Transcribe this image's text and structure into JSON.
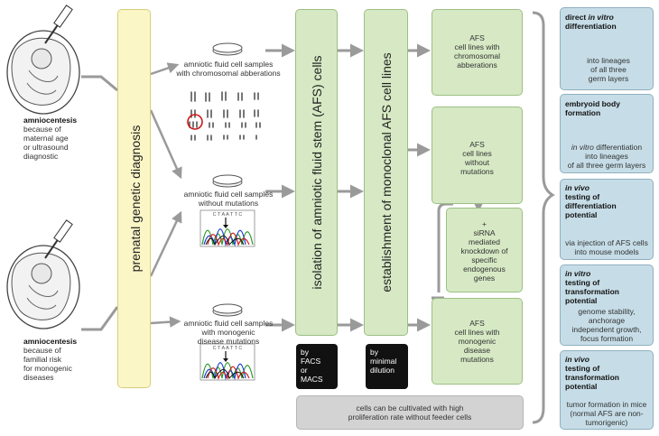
{
  "left": {
    "top_label": {
      "title": "amniocentesis",
      "lines": [
        "because of",
        "maternal age",
        "or ultrasound",
        "diagnostic"
      ]
    },
    "bottom_label": {
      "title": "amniocentesis",
      "lines": [
        "because of",
        "familial risk",
        "for monogenic",
        "diseases"
      ]
    }
  },
  "samples": {
    "s1": [
      "amniotic fluid cell  samples",
      "with chromosomal abberations"
    ],
    "s2": [
      "amniotic fluid cell  samples",
      "without mutations"
    ],
    "s3": [
      "amniotic fluid cell  samples",
      "with monogenic",
      "disease mutations"
    ],
    "seq_letters": "C T A A T T C"
  },
  "columns": {
    "prenatal": "prenatal genetic diagnosis",
    "isolation": "isolation of amniotic fluid stem (AFS) cells",
    "establishment": "establishment of monoclonal AFS cell lines"
  },
  "black_boxes": {
    "facs": [
      "by",
      "FACS",
      "or",
      "MACS"
    ],
    "dilution": [
      "by",
      "minimal",
      "dilution"
    ]
  },
  "cell_lines": {
    "box1": [
      "AFS",
      "cell lines with",
      "chromosomal",
      "abberations"
    ],
    "box2": [
      "AFS",
      "cell lines",
      "without",
      "mutations"
    ],
    "box3": [
      "+",
      "siRNA",
      "mediated",
      "knockdown of",
      "specific",
      "endogenous",
      "genes"
    ],
    "box4": [
      "AFS",
      "cell lines with",
      "monogenic",
      "disease",
      "mutations"
    ]
  },
  "gray_box": [
    "cells can be cultivated with high",
    "proliferation rate without feeder cells"
  ],
  "right_panels": [
    {
      "title_parts": [
        {
          "t": "direct ",
          "i": false
        },
        {
          "t": "in vitro",
          "i": true
        },
        {
          "t": " differentiation",
          "i": false
        }
      ],
      "body": [
        "into lineages",
        "of all three",
        "germ layers"
      ]
    },
    {
      "title_parts": [
        {
          "t": "embryoid body",
          "i": false
        },
        {
          "t": " formation",
          "i": false
        }
      ],
      "body": [
        {
          "t": "in vitro",
          "i": true,
          "rest": " differentiation"
        },
        "into lineages",
        "of all three germ layers"
      ]
    },
    {
      "title_parts": [
        {
          "t": "in vivo",
          "i": true
        },
        {
          "t": " testing of",
          "i": false
        },
        {
          "t": " differentiation",
          "i": false
        },
        {
          "t": " potential",
          "i": false
        }
      ],
      "body": [
        "via injection of AFS cells",
        "into mouse models"
      ]
    },
    {
      "title_parts": [
        {
          "t": "in vitro",
          "i": true
        },
        {
          "t": " testing of",
          "i": false
        },
        {
          "t": " transformation",
          "i": false
        },
        {
          "t": " potential",
          "i": false
        }
      ],
      "body": [
        "genome stability,",
        "anchorage",
        "independent growth,",
        "focus  formation"
      ]
    },
    {
      "title_parts": [
        {
          "t": "in vivo",
          "i": true
        },
        {
          "t": " testing of",
          "i": false
        },
        {
          "t": " transformation",
          "i": false
        },
        {
          "t": " potential",
          "i": false
        }
      ],
      "body": [
        "tumor formation in mice",
        "(normal AFS are non-",
        "tumorigenic)"
      ]
    }
  ],
  "colors": {
    "green_fill": "#d6e9c4",
    "green_border": "#9cbf84",
    "yellow_fill": "#fbf6c6",
    "yellow_border": "#d8cd7c",
    "blue_fill": "#c6dde7",
    "blue_border": "#8fb0c0",
    "arrow": "#9a9a9a",
    "gray_box": "#d3d3d3",
    "circle_red": "#d01818"
  }
}
